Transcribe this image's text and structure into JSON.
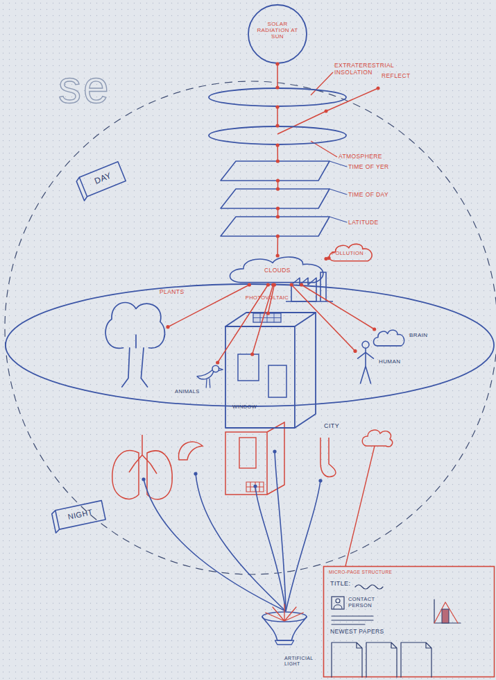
{
  "diagram": {
    "nodes": [
      {
        "text": [
          "SOLAR RADIATION AT SUN"
        ]
      },
      {
        "text": [
          "EXTRATERESTRIAL INSOLATION"
        ]
      },
      {
        "text": [
          "ATMOSPHERE"
        ]
      },
      {
        "text": [
          "DAY"
        ]
      },
      {
        "text": [
          "TIME OF YER"
        ]
      },
      {
        "text": [
          "TIME OF DAY"
        ]
      },
      {
        "text": [
          "LATITUDE"
        ]
      },
      {
        "text": [
          "CLOUDS"
        ]
      },
      {
        "text": [
          "POLLUTION"
        ]
      },
      {
        "text": [
          "PLANTS"
        ]
      },
      {
        "text": [
          "CITY"
        ]
      },
      {
        "text": [
          "PHOTOVOLTAIC"
        ],
        "in": 10
      },
      {
        "text": [
          "WINDOW"
        ],
        "in": 10
      },
      {
        "text": [
          "ANIMALS"
        ]
      },
      {
        "text": [
          "HUMAN"
        ]
      },
      {
        "text": [
          "BRAIN"
        ]
      },
      {
        "text": [
          "NIGHT"
        ]
      },
      {
        "text": [
          "MICRO-PAGE STRUCTURE",
          "TITLE:",
          "CONTACT PERSON",
          "NEWEST PAPERS"
        ]
      },
      {
        "text": [
          "ARTIFICIAL LIGHT"
        ]
      }
    ],
    "edges": [
      {
        "from": 0,
        "to": 1,
        "arrow": "none"
      },
      {
        "from": 1,
        "to": 2,
        "arrow": "none"
      },
      {
        "from": 2,
        "to": 4,
        "arrow": "none"
      },
      {
        "from": 4,
        "to": 5,
        "arrow": "none"
      },
      {
        "from": 5,
        "to": 6,
        "arrow": "none"
      },
      {
        "from": 6,
        "to": 7,
        "arrow": "none"
      },
      {
        "from": 7,
        "to": 8,
        "arrow": "none"
      },
      {
        "from": 7,
        "to": 9,
        "arrow": "none"
      },
      {
        "from": 7,
        "to": 13,
        "arrow": "none"
      },
      {
        "from": 7,
        "to": 12,
        "arrow": "none"
      },
      {
        "from": 7,
        "to": 11,
        "arrow": "none"
      },
      {
        "from": 7,
        "to": 14,
        "arrow": "none"
      },
      {
        "from": 7,
        "to": 15,
        "arrow": "none"
      }
    ],
    "labels": [
      "se",
      "REFLECT"
    ]
  }
}
